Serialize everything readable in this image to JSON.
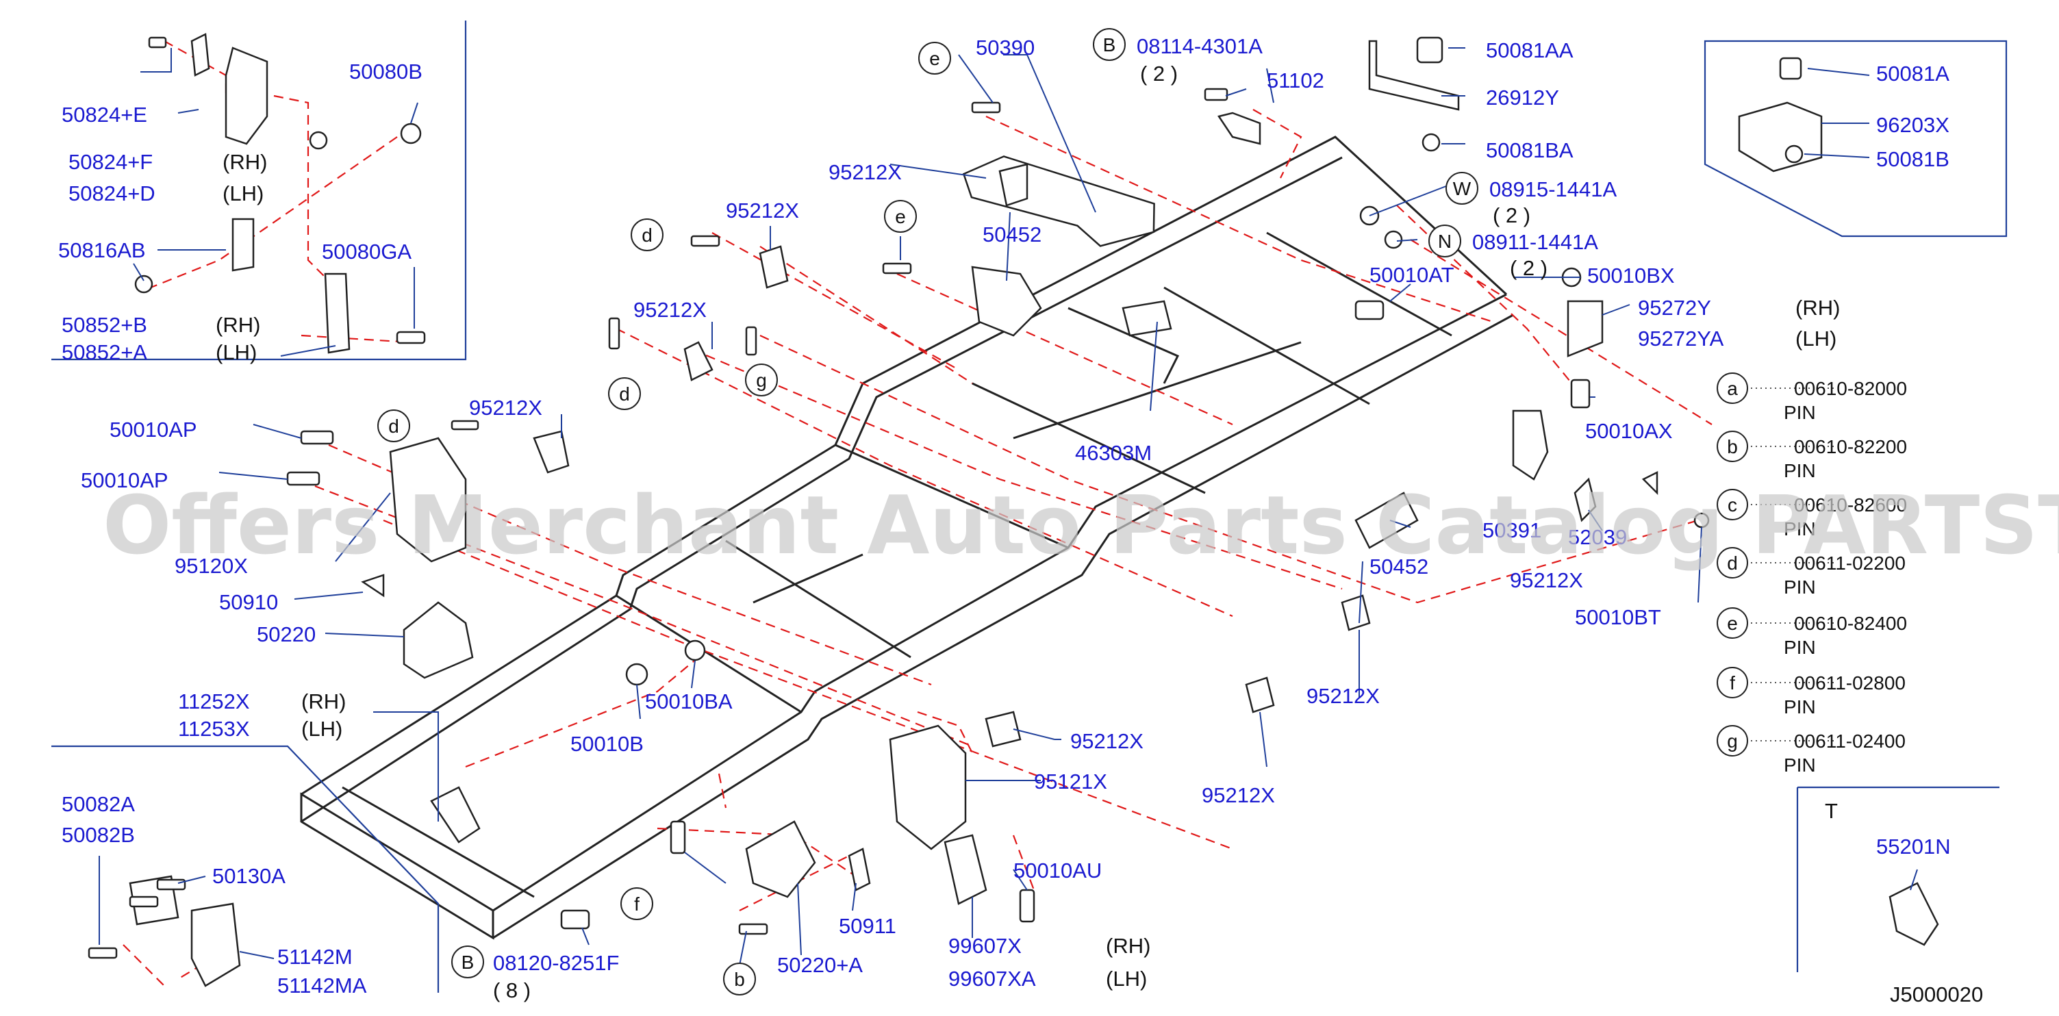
{
  "watermark": "Offers Merchant Auto Parts Catalog PARTSTORE.SA",
  "diagram_code": "J5000020",
  "inset_topleft": {
    "labels": [
      "50824+E",
      "50824+F",
      "(RH)",
      "50824+D",
      "(LH)",
      "50080B",
      "50816AB",
      "50080GA",
      "50852+B",
      "(RH)",
      "50852+A",
      "(LH)"
    ]
  },
  "inset_topright": {
    "labels": [
      "50081A",
      "96203X",
      "50081B"
    ]
  },
  "inset_bottomleft": {
    "labels": [
      "50082A",
      "50082B",
      "50130A",
      "51142M",
      "51142MA"
    ]
  },
  "inset_bottomright": {
    "title": "T",
    "labels": [
      "55201N"
    ]
  },
  "top_labels": {
    "l50390": "50390",
    "lB": "B",
    "l08114": "08114-4301A",
    "l08114q": "( 2 )",
    "l51102": "51102",
    "l50081AA": "50081AA",
    "l26912Y": "26912Y",
    "l50081BA": "50081BA",
    "l95212a": "95212X",
    "l95212b": "95212X",
    "l50452a": "50452",
    "lW": "W",
    "l08915": "08915-1441A",
    "l08915q": "( 2 )",
    "lN": "N",
    "l08911": "08911-1441A",
    "l08911q": "( 2 )",
    "l50010AT": "50010AT",
    "l50010BX": "50010BX",
    "l95272Y": "95272Y",
    "l95272Yrh": "(RH)",
    "l95272YA": "95272YA",
    "l95272YAlh": "(LH)",
    "l95212c": "95212X",
    "l46303M": "46303M",
    "l50010AX": "50010AX"
  },
  "left_labels": {
    "l50010AP1": "50010AP",
    "l50010AP2": "50010AP",
    "l95212d": "95212X",
    "l95120X": "95120X",
    "l50910": "50910",
    "l50220": "50220",
    "l11252X": "11252X",
    "l11252rh": "(RH)",
    "l11253X": "11253X",
    "l11253lh": "(LH)",
    "l50010BA": "50010BA",
    "l50010B": "50010B"
  },
  "middle_labels": {
    "l50391": "50391",
    "l52039": "52039",
    "l50452b": "50452",
    "l95212e": "95212X",
    "l50010BT": "50010BT",
    "l95212f": "95212X",
    "l95212g": "95212X"
  },
  "bottom_labels": {
    "l95212h": "95212X",
    "l95121X": "95121X",
    "l50010AU": "50010AU",
    "l50911": "50911",
    "l50220A": "50220+A",
    "l99607X": "99607X",
    "l99607rh": "(RH)",
    "l99607XA": "99607XA",
    "l99607lh": "(LH)",
    "lB2": "B",
    "l08120": "08120-8251F",
    "l08120q": "( 8 )"
  },
  "circle_markers": [
    "e",
    "d",
    "g",
    "d",
    "d",
    "e",
    "f",
    "b"
  ],
  "pin_legend": [
    {
      "key": "a",
      "part": "00610-82000",
      "type": "PIN"
    },
    {
      "key": "b",
      "part": "00610-82200",
      "type": "PIN"
    },
    {
      "key": "c",
      "part": "00610-82600",
      "type": "PIN"
    },
    {
      "key": "d",
      "part": "00611-02200",
      "type": "PIN"
    },
    {
      "key": "e",
      "part": "00610-82400",
      "type": "PIN"
    },
    {
      "key": "f",
      "part": "00611-02800",
      "type": "PIN"
    },
    {
      "key": "g",
      "part": "00611-02400",
      "type": "PIN"
    }
  ]
}
